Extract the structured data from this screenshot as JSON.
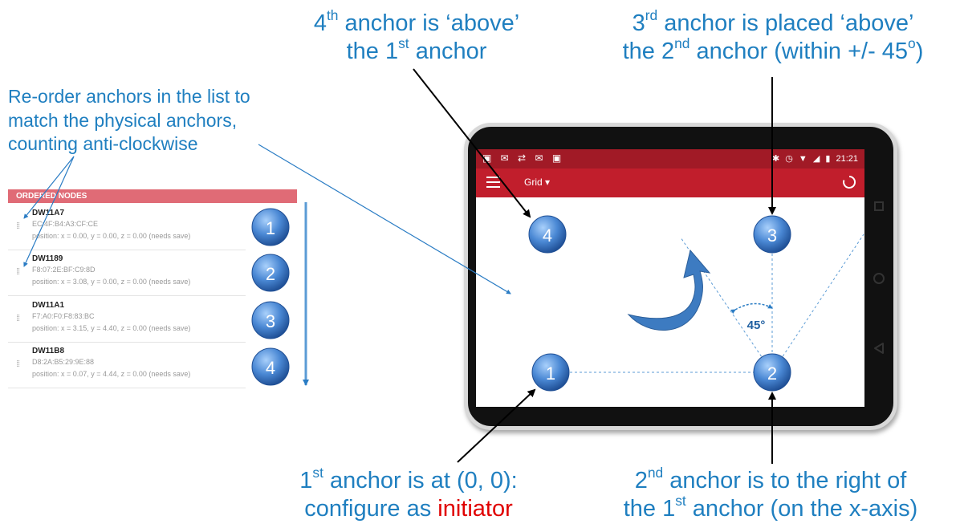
{
  "captions": {
    "reorder": {
      "line1": "Re-order anchors in the list to",
      "line2": "match the physical anchors,",
      "line3": "counting anti-clockwise"
    },
    "anchor4": {
      "pre": "4",
      "sup": "th",
      "post": " anchor is ‘above’",
      "line2_pre": "the 1",
      "line2_sup": "st",
      "line2_post": " anchor"
    },
    "anchor3": {
      "pre": "3",
      "sup": "rd",
      "post": " anchor is placed ‘above’",
      "line2_pre": "the 2",
      "line2_sup": "nd",
      "line2_post": " anchor (within +/- 45",
      "line2_deg": "o",
      "line2_end": ")"
    },
    "anchor1": {
      "pre": "1",
      "sup": "st",
      "post": " anchor is at (0, 0):",
      "line2_pre": "configure as ",
      "line2_red": "initiator"
    },
    "anchor2": {
      "pre": "2",
      "sup": "nd",
      "post": " anchor is to the right of",
      "line2_pre": "the 1",
      "line2_sup": "st",
      "line2_post": " anchor (on the x-axis)"
    }
  },
  "node_list": {
    "header": "ORDERED NODES",
    "nodes": [
      {
        "name": "DW11A7",
        "addr": "EC:4F:B4:A3:CF:CE",
        "position": "position: x = 0.00, y = 0.00, z = 0.00 (needs save)",
        "badge": "1"
      },
      {
        "name": "DW1189",
        "addr": "F8:07:2E:BF:C9:8D",
        "position": "position: x = 3.08, y = 0.00, z = 0.00 (needs save)",
        "badge": "2"
      },
      {
        "name": "DW11A1",
        "addr": "F7:A0:F0:F8:83:BC",
        "position": "position: x = 3.15, y = 4.40, z = 0.00 (needs save)",
        "badge": "3"
      },
      {
        "name": "DW11B8",
        "addr": "D8:2A:B5:29:9E:88",
        "position": "position: x = 0.07, y = 4.44, z = 0.00 (needs save)",
        "badge": "4"
      }
    ]
  },
  "tablet": {
    "status_time": "21:21",
    "status_left_icons": "▣ ✉ ⇄ ✉ ▣",
    "status_right_icons": "✱ ◷ ▼ ◢ ▮",
    "app_view": "Grid",
    "dropdown_caret": "▾",
    "grid_anchors": [
      {
        "label": "4"
      },
      {
        "label": "3"
      },
      {
        "label": "1"
      },
      {
        "label": "2"
      }
    ],
    "angle_label": "45°"
  },
  "colors": {
    "caption_blue": "#1f7fc0",
    "initiator_red": "#e00000",
    "app_bar_red": "#c11e2c",
    "status_bar_red": "#a11a26",
    "anchor_ball": "#4a88d4"
  },
  "icons": [
    "menu-icon",
    "refresh-icon",
    "dropdown-caret-icon",
    "square-nav-icon",
    "circle-nav-icon",
    "back-nav-icon",
    "drag-handle-icon",
    "rotate-arrow-icon"
  ]
}
